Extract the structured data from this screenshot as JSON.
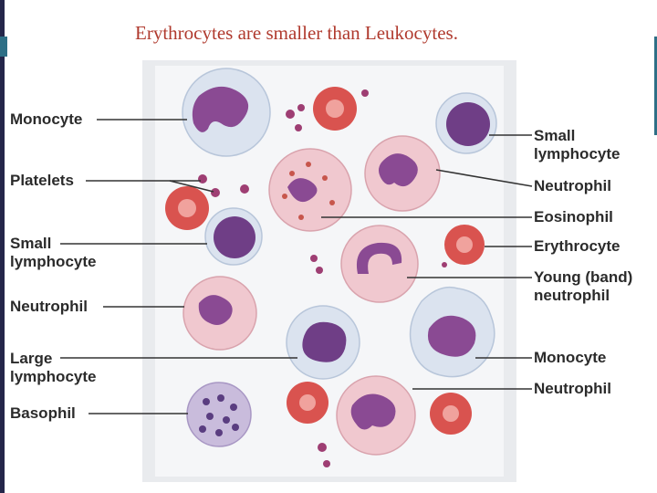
{
  "title": "Erythrocytes are smaller than Leukocytes.",
  "labels_left": [
    {
      "key": "monocyte",
      "text": "Monocyte"
    },
    {
      "key": "platelets",
      "text": "Platelets"
    },
    {
      "key": "small-lymphocyte",
      "text": "Small\nlymphocyte"
    },
    {
      "key": "neutrophil",
      "text": "Neutrophil"
    },
    {
      "key": "large-lymphocyte",
      "text": "Large\nlymphocyte"
    },
    {
      "key": "basophil",
      "text": "Basophil"
    }
  ],
  "labels_right": [
    {
      "key": "small-lymphocyte",
      "text": "Small\nlymphocyte"
    },
    {
      "key": "neutrophil",
      "text": "Neutrophil"
    },
    {
      "key": "eosinophil",
      "text": "Eosinophil"
    },
    {
      "key": "erythrocyte",
      "text": "Erythrocyte"
    },
    {
      "key": "young-band-neutrophil",
      "text": "Young (band)\nneutrophil"
    },
    {
      "key": "monocyte",
      "text": "Monocyte"
    },
    {
      "key": "neutrophil-2",
      "text": "Neutrophil"
    }
  ]
}
